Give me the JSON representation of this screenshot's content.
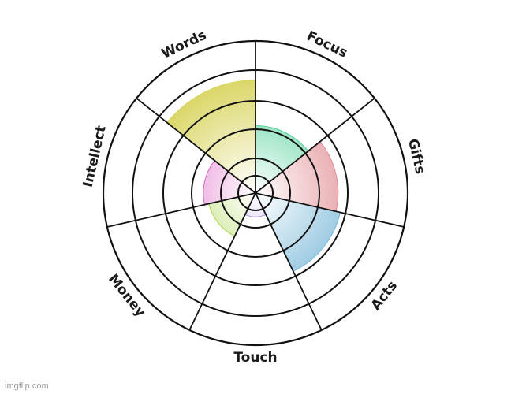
{
  "chart_data": {
    "type": "polar-area",
    "title": "",
    "categories": [
      "Focus",
      "Gifts",
      "Acts",
      "Touch",
      "Money",
      "Intellect",
      "Words"
    ],
    "values": [
      3.1,
      3.8,
      4.0,
      1.1,
      2.2,
      2.4,
      5.2
    ],
    "rmax": 7,
    "ring_count": 5,
    "colors": [
      "#4fcf98",
      "#e08c92",
      "#7ab8d8",
      "#a98ddb",
      "#a8d44a",
      "#dd66c4",
      "#d8d45e"
    ]
  },
  "watermark": "imgflip.com"
}
